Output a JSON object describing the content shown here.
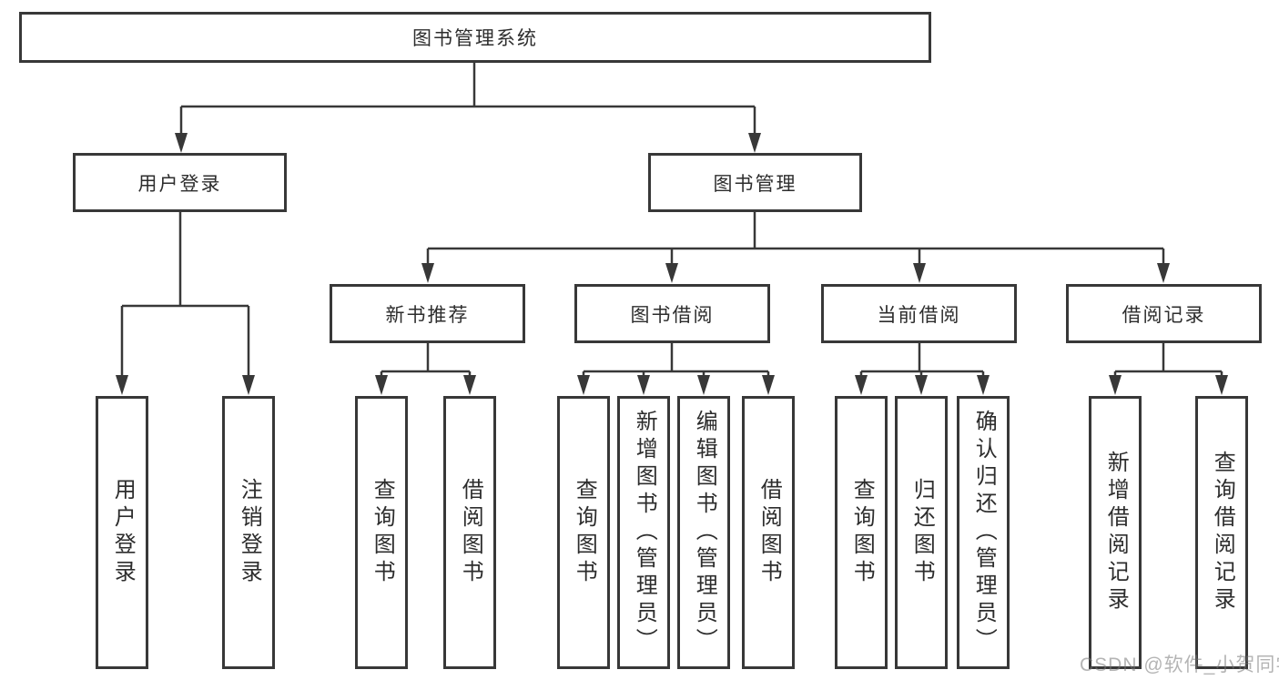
{
  "diagram": {
    "root": "图书管理系统",
    "branches": [
      {
        "label": "用户登录",
        "children": [
          "用户登录",
          "注销登录"
        ]
      },
      {
        "label": "图书管理",
        "groups": [
          {
            "label": "新书推荐",
            "children": [
              "查询图书",
              "借阅图书"
            ]
          },
          {
            "label": "图书借阅",
            "children": [
              "查询图书",
              "新增图书（管理员）",
              "编辑图书（管理员）",
              "借阅图书"
            ]
          },
          {
            "label": "当前借阅",
            "children": [
              "查询图书",
              "归还图书",
              "确认归还（管理员）"
            ]
          },
          {
            "label": "借阅记录",
            "children": [
              "新增借阅记录",
              "查询借阅记录"
            ]
          }
        ]
      }
    ]
  },
  "watermark": "CSDN @软件_小贺同学",
  "colors": {
    "line": "#383838",
    "box_border": "#383838",
    "text": "#2d2d2d",
    "background": "#ffffff",
    "watermark": "#c4c4c4"
  }
}
